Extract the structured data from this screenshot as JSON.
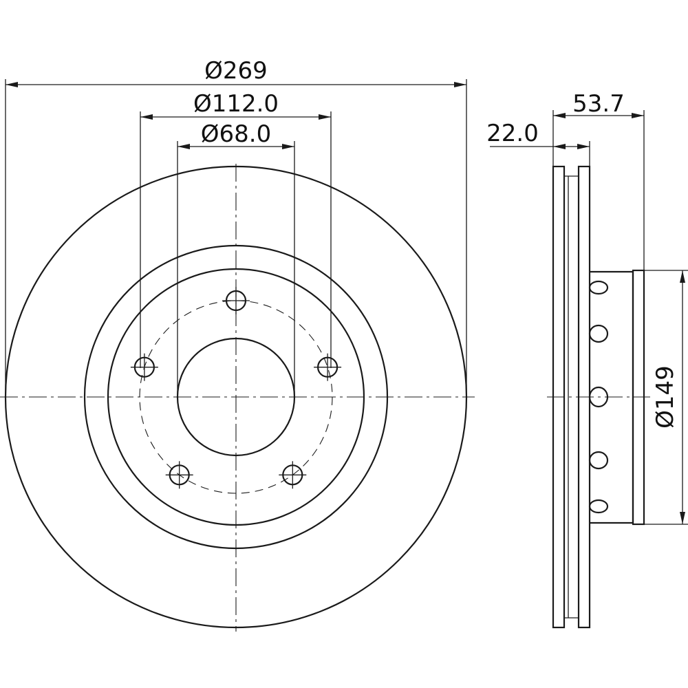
{
  "front_view": {
    "outer_diameter_label": "Ø269",
    "bolt_circle_label": "Ø112.0",
    "center_bore_label": "Ø68.0"
  },
  "side_view": {
    "total_height_label": "53.7",
    "disc_thickness_label": "22.0",
    "hat_diameter_label": "Ø149"
  },
  "colors": {
    "line": "#1a1a1a",
    "background": "#ffffff"
  }
}
